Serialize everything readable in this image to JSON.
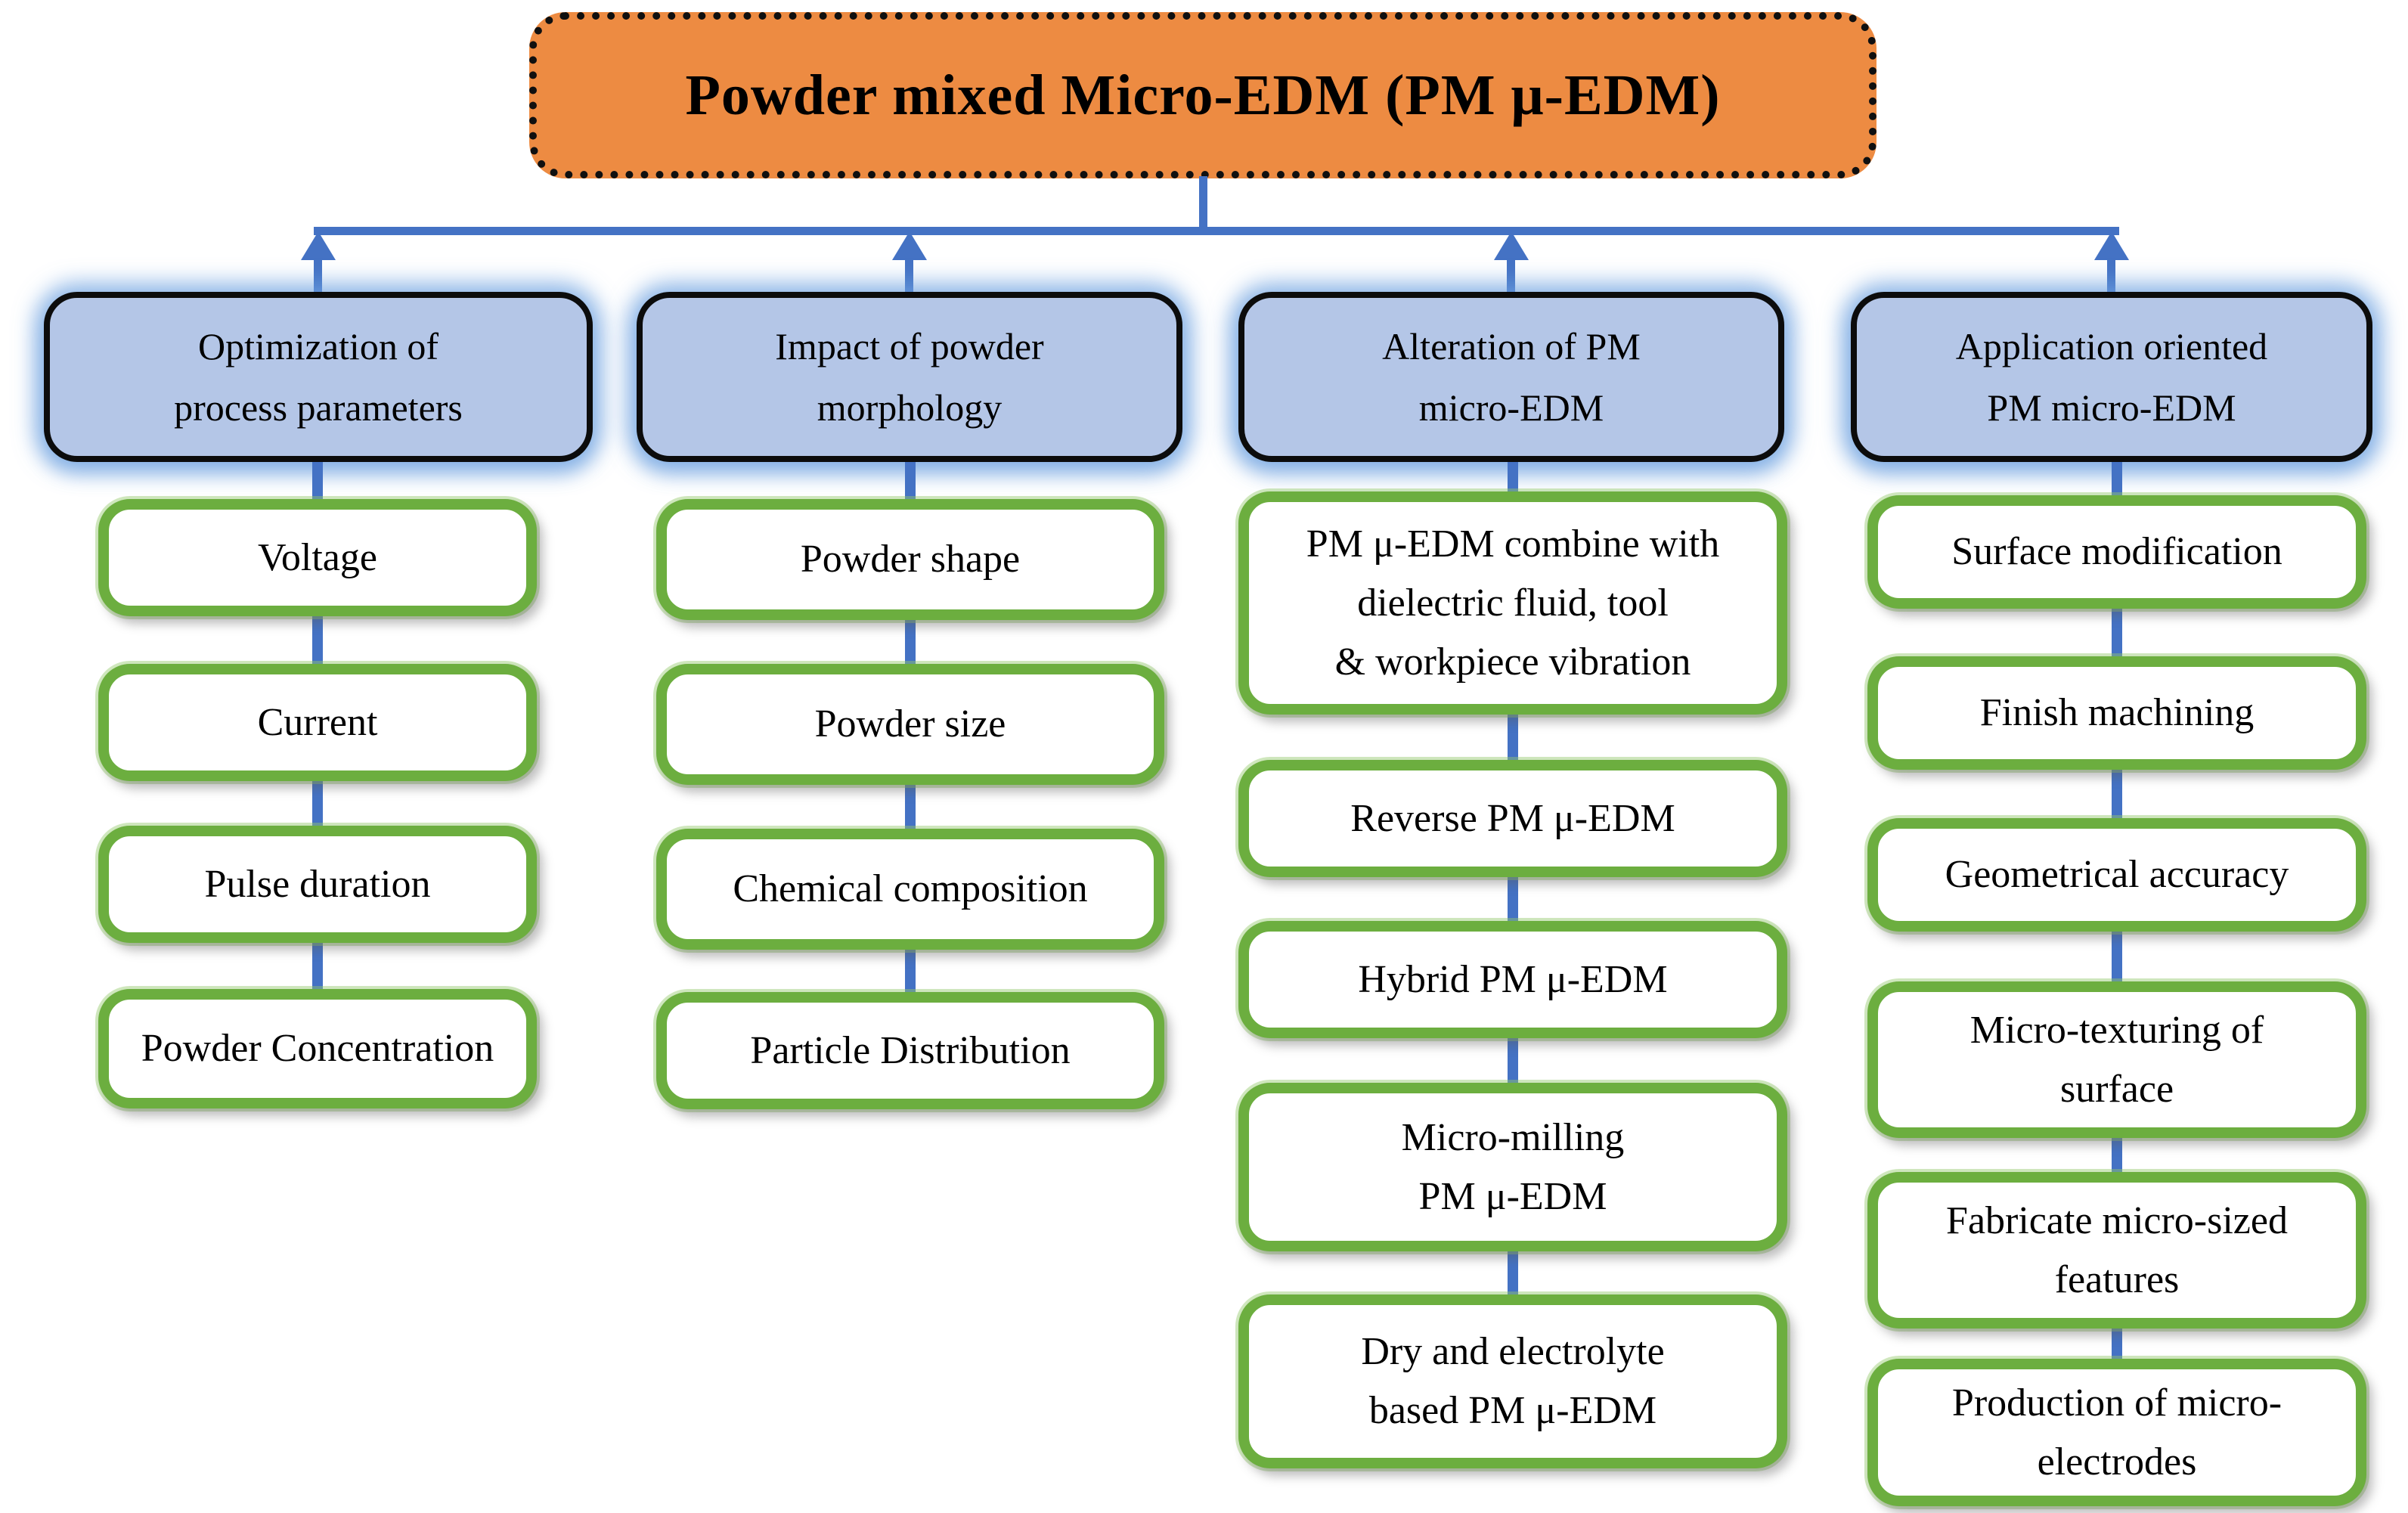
{
  "title": "Powder mixed Micro-EDM (PM μ-EDM)",
  "colors": {
    "root_fill": "#ed8b42",
    "category_fill": "#b4c6e7",
    "category_border": "#0c0c0c",
    "item_border": "#6cae3f",
    "item_fill": "#ffffff",
    "connector": "#4472c4",
    "text": "#000000"
  },
  "columns": [
    {
      "header": "Optimization of\nprocess parameters",
      "items": [
        "Voltage",
        "Current",
        "Pulse duration",
        "Powder Concentration"
      ]
    },
    {
      "header": "Impact of powder\nmorphology",
      "items": [
        "Powder shape",
        "Powder size",
        "Chemical composition",
        "Particle Distribution"
      ]
    },
    {
      "header": "Alteration of PM\nmicro-EDM",
      "items": [
        "PM μ-EDM combine with\ndielectric fluid, tool\n& workpiece vibration",
        "Reverse PM μ-EDM",
        "Hybrid PM μ-EDM",
        "Micro-milling\nPM μ-EDM",
        "Dry and electrolyte\nbased PM μ-EDM"
      ]
    },
    {
      "header": "Application oriented\nPM micro-EDM",
      "items": [
        "Surface modification",
        "Finish machining",
        "Geometrical accuracy",
        "Micro-texturing of\nsurface",
        "Fabricate micro-sized\nfeatures",
        "Production of micro-\nelectrodes"
      ]
    }
  ]
}
